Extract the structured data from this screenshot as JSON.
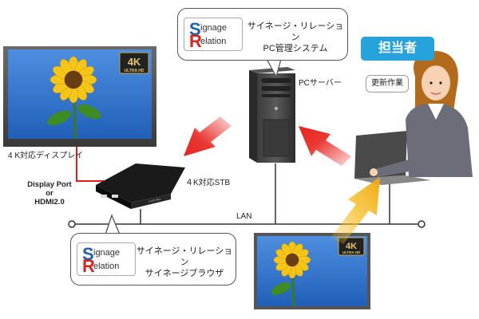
{
  "labels": {
    "display": "4 K対応ディスプレイ",
    "pc_server": "PCサーバー",
    "stb": "４K対応STB",
    "lan": "LAN",
    "connection_line1": "Display Port",
    "connection_line2": "or",
    "connection_line3": "HDMI2.0",
    "stb_brand": "controller"
  },
  "badges": {
    "staff": "担当者",
    "update_work": "更新作業",
    "uhd_top": "4K",
    "uhd_bottom": "ULTRA HD"
  },
  "callouts": {
    "server": {
      "logo_word1": "ignage",
      "logo_word2": "elation",
      "logo_S": "S",
      "logo_R": "R",
      "line1": "サイネージ・リレーション",
      "line2": "PC管理システム"
    },
    "stb": {
      "logo_word1": "ignage",
      "logo_word2": "elation",
      "logo_S": "S",
      "logo_R": "R",
      "line1": "サイネージ・リレーション",
      "line2": "サイネージブラウザ"
    }
  },
  "colors": {
    "lan_line": "#333333",
    "display_cable": "#e31b1b",
    "arrow_red": "#e8231d",
    "arrow_yellow": "#f2b21a",
    "badge_blue": "#27a3dc",
    "logo_blue": "#1c5fb8",
    "logo_red": "#d6261b"
  }
}
